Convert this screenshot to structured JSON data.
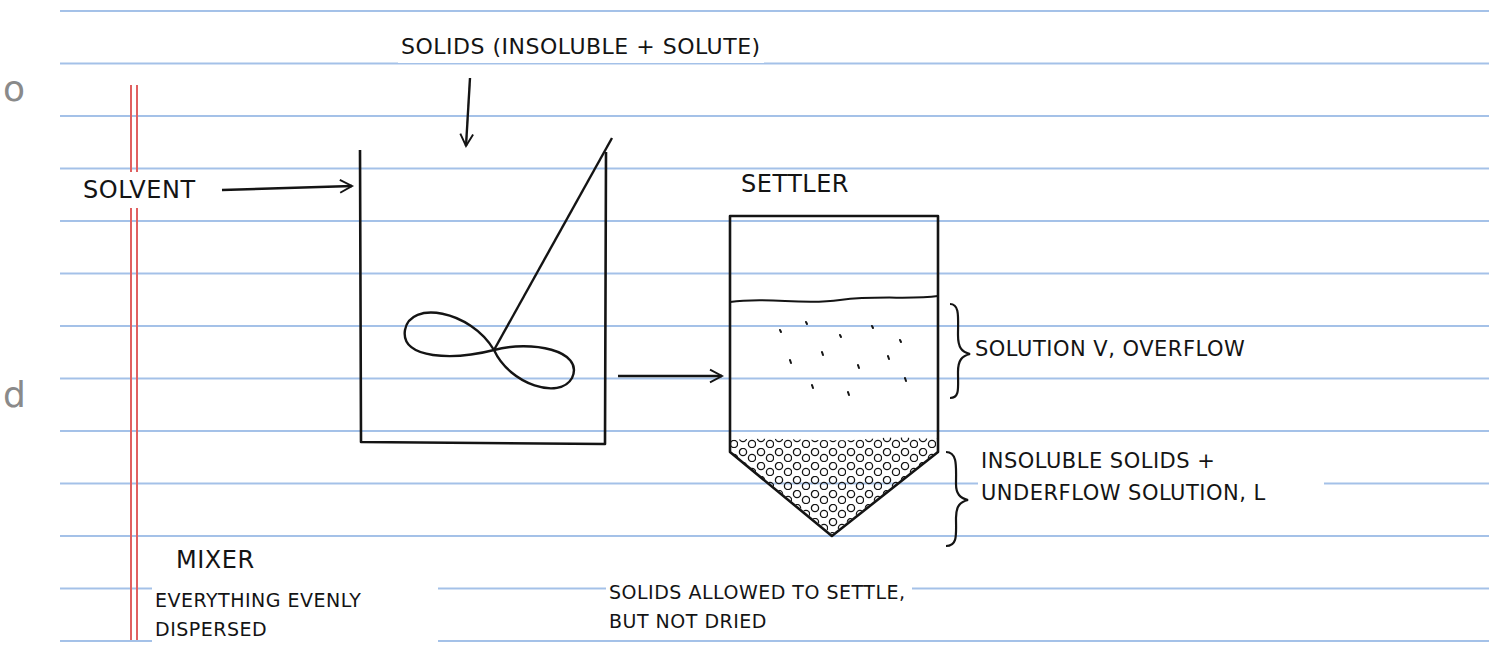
{
  "diagram": {
    "nodes": [
      {
        "text": [
          "MIXER"
        ]
      },
      {
        "text": [
          "SETTLER"
        ]
      }
    ],
    "edges": [
      {
        "from": 0,
        "to": 1,
        "arrow": "to"
      }
    ],
    "labels": [
      "o",
      "SOLIDS (INSOLUBLE + SOLUTE)",
      "SOLVENT",
      "d",
      "SOLUTION V, OVERFLOW",
      "INSOLUBLE SOLIDS + UNDERFLOW SOLUTION, L",
      "EVERYTHING EVENLY DISPERSED",
      "SOLIDS ALLOWED TO SETTLE, BUT NOT DRIED"
    ]
  }
}
